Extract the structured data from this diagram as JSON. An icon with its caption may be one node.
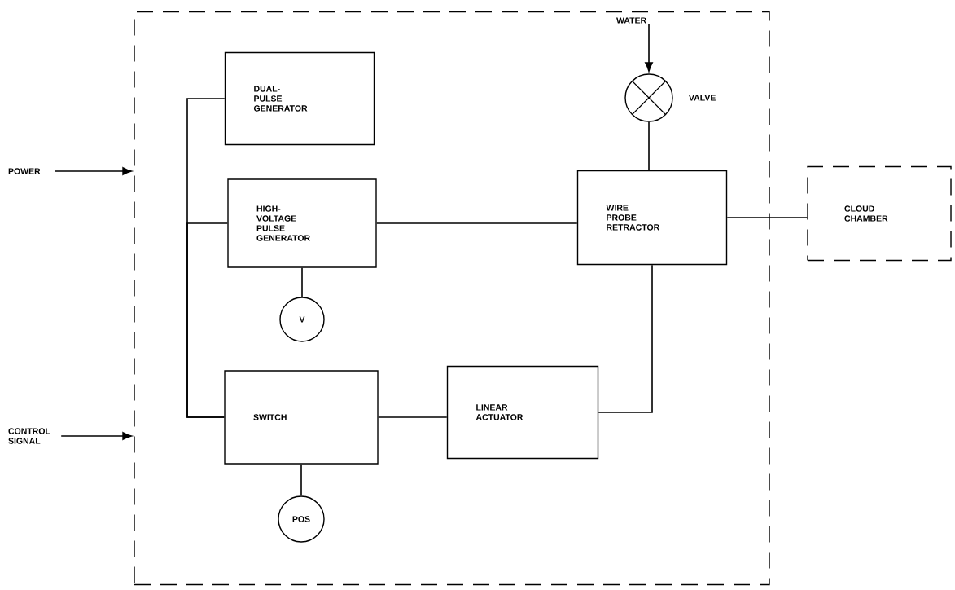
{
  "diagram": {
    "nodes": [
      {
        "text": [],
        "shape": "box"
      },
      {
        "text": [
          "POWER"
        ]
      },
      {
        "text": [
          "CONTROL SIGNAL"
        ]
      },
      {
        "text": [
          "DUAL- PULSE GENERATOR"
        ],
        "in": 0
      },
      {
        "text": [
          "HIGH- VOLTAGE PULSE GENERATOR"
        ],
        "in": 0
      },
      {
        "text": [
          "WATER"
        ],
        "in": 0
      },
      {
        "text": [],
        "shape": "circle",
        "beside": [
          "VALVE"
        ],
        "in": 0
      },
      {
        "text": [
          "WIRE PROBE RETRACTOR"
        ],
        "in": 0
      },
      {
        "text": [
          "V"
        ],
        "in": 0
      },
      {
        "text": [
          "SWITCH"
        ],
        "in": 0
      },
      {
        "text": [
          "LINEAR ACTUATOR"
        ],
        "in": 0
      },
      {
        "text": [
          "POS"
        ],
        "in": 0
      },
      {
        "text": [
          "CLOUD CHAMBER"
        ]
      }
    ],
    "edges": [
      {
        "from": 1,
        "to": 0,
        "arrow": "to"
      },
      {
        "from": 2,
        "to": 0,
        "arrow": "to"
      },
      {
        "from": 3,
        "to": 9,
        "arrow": "none"
      },
      {
        "from": 4,
        "to": 9,
        "arrow": "none"
      },
      {
        "from": 4,
        "to": 7,
        "arrow": "none"
      },
      {
        "from": 4,
        "to": 8,
        "arrow": "none"
      },
      {
        "from": 5,
        "to": 6,
        "arrow": "to"
      },
      {
        "from": 6,
        "to": 7,
        "arrow": "none"
      },
      {
        "from": 7,
        "to": 12,
        "arrow": "none"
      },
      {
        "from": 9,
        "to": 10,
        "arrow": "none"
      },
      {
        "from": 10,
        "to": 7,
        "arrow": "none"
      },
      {
        "from": 9,
        "to": 11,
        "arrow": "none"
      }
    ]
  }
}
